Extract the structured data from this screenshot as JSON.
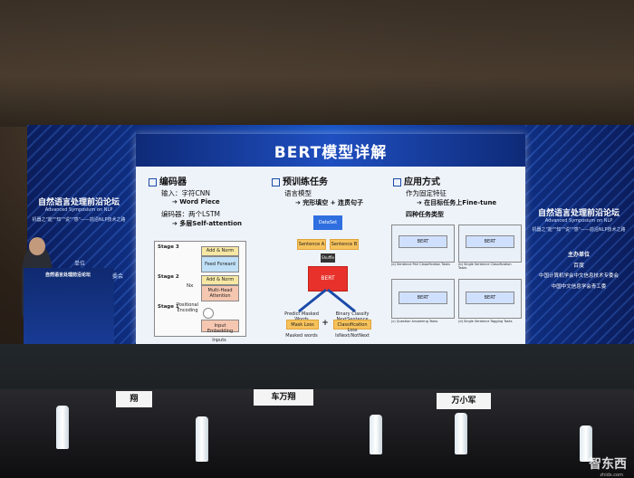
{
  "slide": {
    "title": "BERT模型详解",
    "col1": {
      "heading": "编码器",
      "b1": "输入：字符CNN",
      "b1_arrow": "➔ Word Piece",
      "b2": "编码器：两个LSTM",
      "b2_arrow": "➔ 多层Self-attention",
      "stages": [
        "Stage 3",
        "Stage 2",
        "Stage 1"
      ],
      "nx": "Nx",
      "blocks": [
        "Add & Norm",
        "Feed Forward",
        "Add & Norm",
        "Multi-Head Attention",
        "Positional Encoding",
        "Input Embedding"
      ],
      "inputs": "Inputs"
    },
    "col2": {
      "heading": "预训练任务",
      "b1": "语言模型",
      "b1_arrow": "➔ 完形填空 + 连贯句子",
      "nodes": [
        "DataSet",
        "Sentence A",
        "Sentence B",
        "Shuffle",
        "BERT",
        "Predict Masked Words",
        "Binary Classify NextSentence",
        "Mask Loss",
        "Classification Loss",
        "Masked words",
        "IsNext/NotNext"
      ]
    },
    "col3": {
      "heading": "应用方式",
      "b1": "作为固定特征",
      "b1_arrow": "➔ 在目标任务上Fine-tune",
      "b2": "四种任务类型",
      "panels": [
        "BERT",
        "BERT",
        "BERT",
        "BERT"
      ],
      "captions": [
        "(a) Sentence Pair Classification Tasks",
        "(b) Single Sentence Classification Tasks",
        "(c) Question Answering Tasks",
        "(d) Single Sentence Tagging Tasks"
      ]
    }
  },
  "left_banner": {
    "title": "自然语言处理前沿论坛",
    "sub": "Advanced Symposium on NLP",
    "tag": "机器之\"能\"\"知\"\"说\"\"感\"——前沿NLP技术之路"
  },
  "right_banner": {
    "title": "自然语言处理前沿论坛",
    "sub": "Advanced Symposium on NLP",
    "tag": "机器之\"能\"\"知\"\"说\"\"感\"——前沿NLP技术之路",
    "org_label": "主办单位",
    "orgs": [
      "百度",
      "中国计算机学会中文信息技术专委会",
      "中国中文信息学会青工委"
    ]
  },
  "podium": {
    "label1": "自然语言处理前沿论坛",
    "label2": "单位",
    "label3": "委会"
  },
  "nameplates": [
    "翔",
    "车万翔",
    "万小军"
  ],
  "watermark": {
    "main": "智东西",
    "sub": "zhidx.com"
  },
  "colors": {
    "led_blue": "#1a56c8",
    "screen_header": "#1f4fc0",
    "bert_red": "#e8312b",
    "box_blue": "#2f6fe0",
    "box_orange": "#f6c25b",
    "box_green": "#bfe3a0"
  }
}
